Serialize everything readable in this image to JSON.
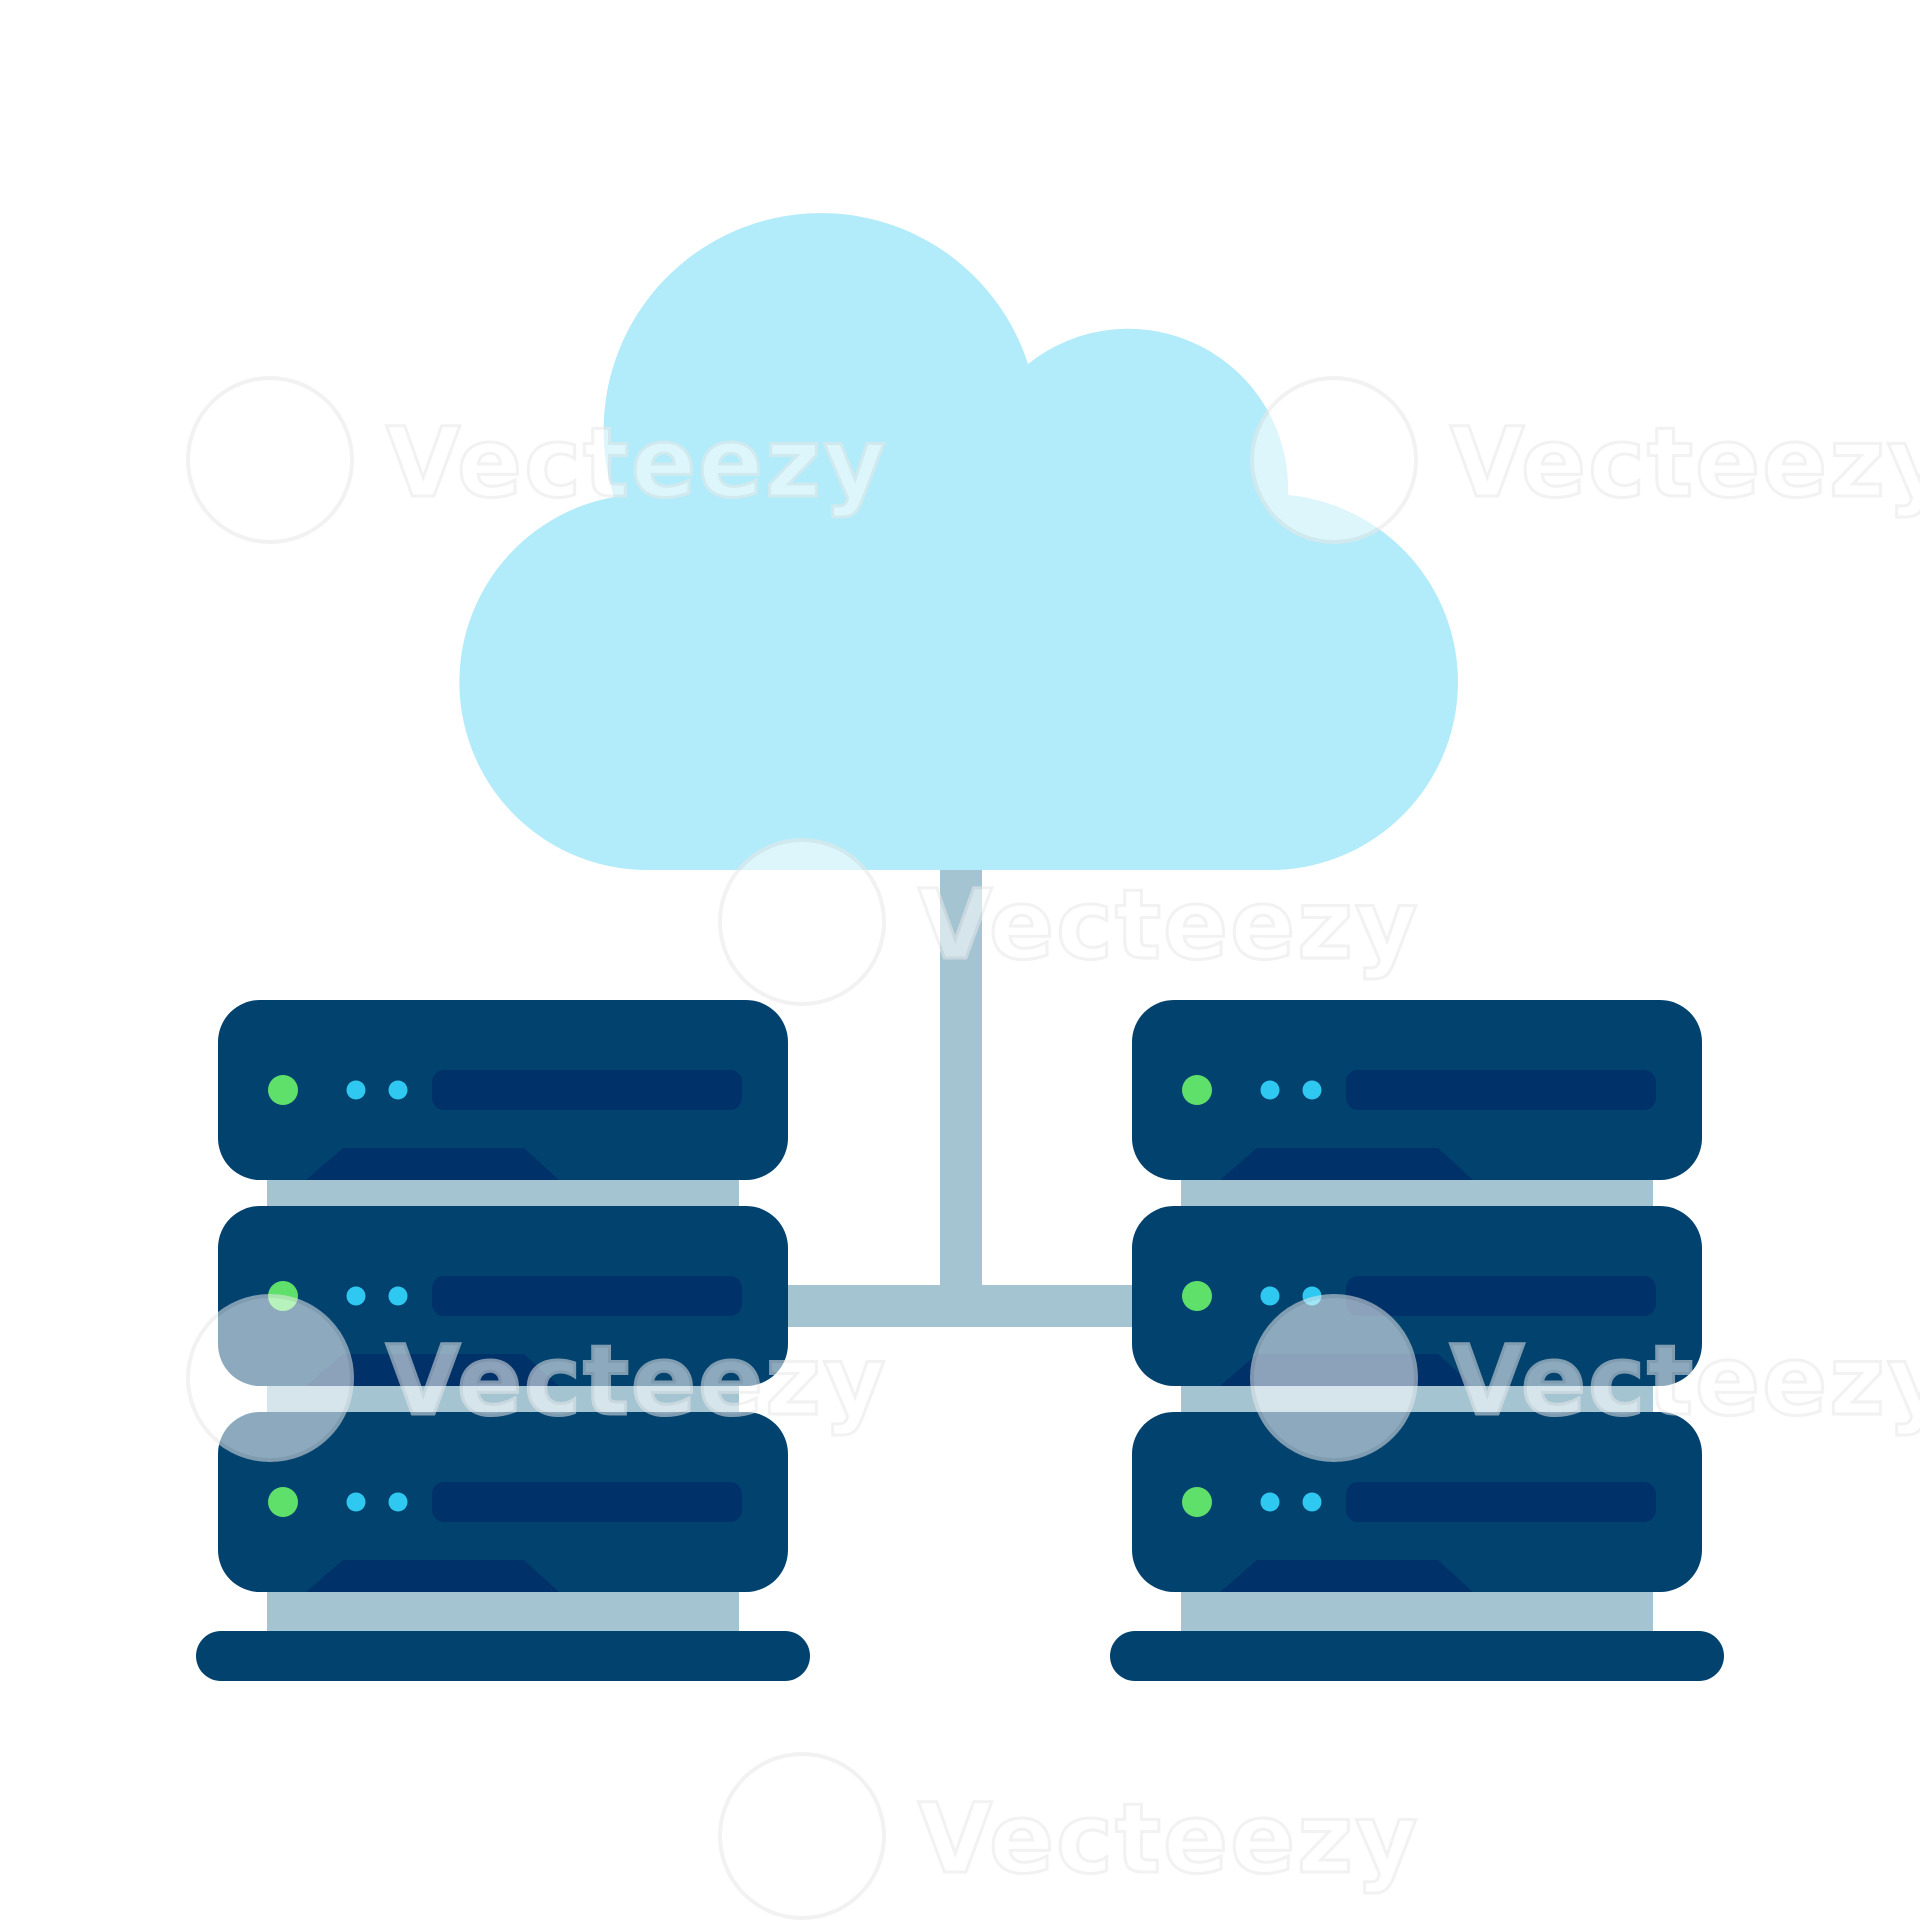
{
  "illustration": {
    "subject": "cloud-server-network-icon",
    "colors": {
      "background": "#ffffff",
      "cloud": "#b2ebf9",
      "connector": "#a4c4d2",
      "server_body": "#02426e",
      "server_slot": "#003169",
      "status_led": "#5fe06a",
      "activity_led": "#2ec8f0"
    },
    "server_stacks": [
      {
        "side": "left",
        "units": 3
      },
      {
        "side": "right",
        "units": 3
      }
    ]
  },
  "watermark": {
    "text": "Vecteezy",
    "colors": {
      "fill": "#ffffff",
      "stroke": "#e8e8e8"
    }
  }
}
